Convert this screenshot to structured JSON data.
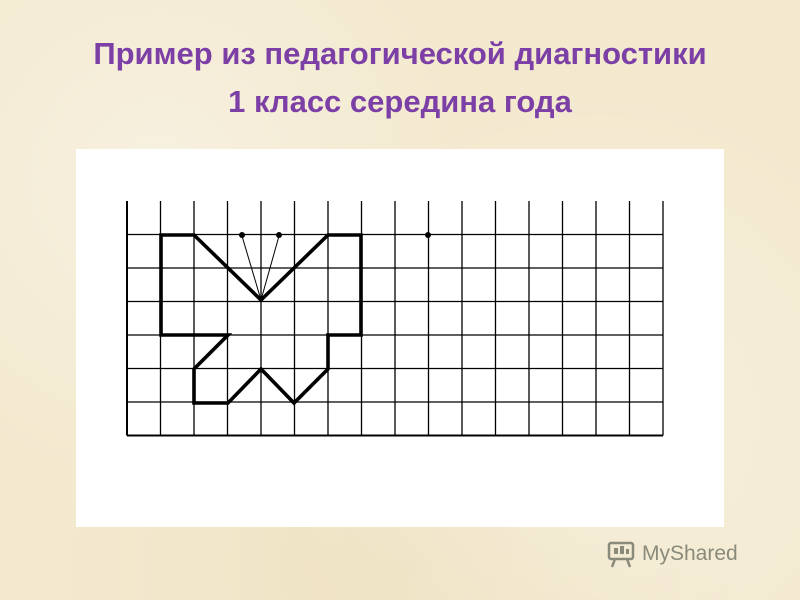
{
  "title": {
    "line1": "Пример из педагогической диагностики",
    "line2": "1 класс середина года"
  },
  "drawing": {
    "grid_columns": 16,
    "grid_rows": 7,
    "colors": {
      "title": "#7b3fa6",
      "background": "#f3e9cf",
      "panel": "#ffffff",
      "lines": "#000000"
    }
  },
  "watermark": {
    "icon": "myshared-logo-icon",
    "text": "MyShared"
  }
}
